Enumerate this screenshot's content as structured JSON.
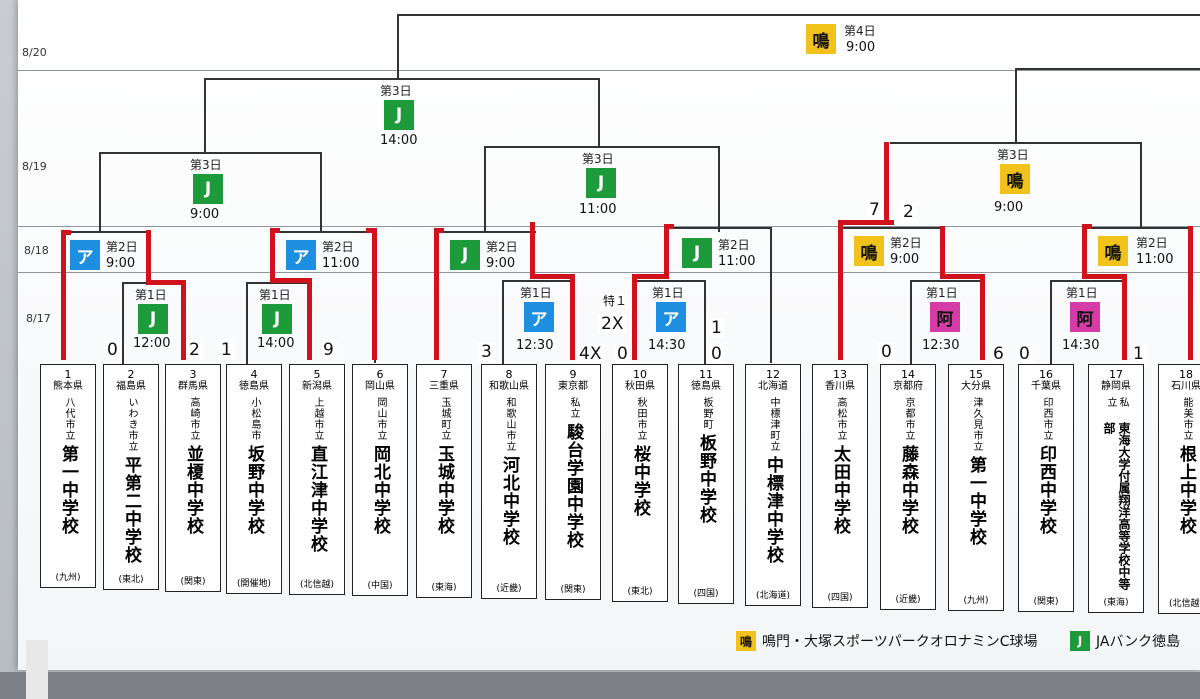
{
  "dates": [
    "8/20",
    "8/19",
    "8/18",
    "8/17"
  ],
  "legend": [
    {
      "badge": "鳴",
      "color": "#f0c21a",
      "text": "鳴門・大塚スポーツパークオロナミンC球場"
    },
    {
      "badge": "J",
      "color": "#1d9a3a",
      "text": "JAバンク徳島"
    }
  ],
  "matches": [
    {
      "badge": "鳴",
      "color": "#f0c21a",
      "day": "第4日",
      "time": "9:00"
    },
    {
      "badge": "J",
      "color": "#1d9a3a",
      "day": "第3日",
      "time": "14:00"
    },
    {
      "badge": "J",
      "color": "#1d9a3a",
      "day": "第3日",
      "time": "9:00"
    },
    {
      "badge": "J",
      "color": "#1d9a3a",
      "day": "第3日",
      "time": "11:00"
    },
    {
      "badge": "鳴",
      "color": "#f0c21a",
      "day": "第3日",
      "time": "9:00"
    },
    {
      "badge": "ア",
      "color": "#1e8ee0",
      "day": "第2日",
      "time": "9:00"
    },
    {
      "badge": "ア",
      "color": "#1e8ee0",
      "day": "第2日",
      "time": "11:00"
    },
    {
      "badge": "J",
      "color": "#1d9a3a",
      "day": "第2日",
      "time": "9:00"
    },
    {
      "badge": "J",
      "color": "#1d9a3a",
      "day": "第2日",
      "time": "11:00"
    },
    {
      "badge": "鳴",
      "color": "#f0c21a",
      "day": "第2日",
      "time": "9:00"
    },
    {
      "badge": "鳴",
      "color": "#f0c21a",
      "day": "第2日",
      "time": "11:00"
    },
    {
      "badge": "J",
      "color": "#1d9a3a",
      "day": "第1日",
      "time": "12:00"
    },
    {
      "badge": "J",
      "color": "#1d9a3a",
      "day": "第1日",
      "time": "14:00"
    },
    {
      "badge": "ア",
      "color": "#1e8ee0",
      "day": "第1日",
      "time": "12:30"
    },
    {
      "badge": "ア",
      "color": "#1e8ee0",
      "day": "第1日",
      "time": "14:30"
    },
    {
      "badge": "阿",
      "color": "#d63ca8",
      "day": "第1日",
      "time": "12:30"
    },
    {
      "badge": "阿",
      "color": "#d63ca8",
      "day": "第1日",
      "time": "14:30"
    }
  ],
  "scores": [
    "0",
    "2",
    "1",
    "9",
    "3",
    "4X",
    "0",
    "特１",
    "2X",
    "1",
    "0",
    "7",
    "2",
    "0",
    "6",
    "0",
    "1"
  ],
  "teams": [
    {
      "num": "1",
      "pref": "熊本県",
      "city": "八代市立",
      "name": "第一中学校",
      "region": "(九州)"
    },
    {
      "num": "2",
      "pref": "福島県",
      "city": "いわき市立",
      "name": "平第二中学校",
      "region": "(東北)"
    },
    {
      "num": "3",
      "pref": "群馬県",
      "city": "高崎市立",
      "name": "並榎中学校",
      "region": "(関東)"
    },
    {
      "num": "4",
      "pref": "徳島県",
      "city": "小松島市",
      "name": "坂野中学校",
      "region": "(開催地)"
    },
    {
      "num": "5",
      "pref": "新潟県",
      "city": "上越市立",
      "name": "直江津中学校",
      "region": "(北信越)"
    },
    {
      "num": "6",
      "pref": "岡山県",
      "city": "岡山市立",
      "name": "岡北中学校",
      "region": "(中国)"
    },
    {
      "num": "7",
      "pref": "三重県",
      "city": "玉城町立",
      "name": "玉城中学校",
      "region": "(東海)"
    },
    {
      "num": "8",
      "pref": "和歌山県",
      "city": "和歌山市立",
      "name": "河北中学校",
      "region": "(近畿)"
    },
    {
      "num": "9",
      "pref": "東京都",
      "city": "私立",
      "name": "駿台学園中学校",
      "region": "(関東)"
    },
    {
      "num": "10",
      "pref": "秋田県",
      "city": "秋田市立",
      "name": "桜中学校",
      "region": "(東北)"
    },
    {
      "num": "11",
      "pref": "徳島県",
      "city": "板野町",
      "name": "板野中学校",
      "region": "(四国)"
    },
    {
      "num": "12",
      "pref": "北海道",
      "city": "中標津町立",
      "name": "中標津中学校",
      "region": "(北海道)"
    },
    {
      "num": "13",
      "pref": "香川県",
      "city": "高松市立",
      "name": "太田中学校",
      "region": "(四国)"
    },
    {
      "num": "14",
      "pref": "京都府",
      "city": "京都市立",
      "name": "藤森中学校",
      "region": "(近畿)"
    },
    {
      "num": "15",
      "pref": "大分県",
      "city": "津久見市立",
      "name": "第一中学校",
      "region": "(九州)"
    },
    {
      "num": "16",
      "pref": "千葉県",
      "city": "印西市立",
      "name": "印西中学校",
      "region": "(関東)"
    },
    {
      "num": "17",
      "pref": "静岡県",
      "city": "私立",
      "name": "東海大学付属翔洋高等学校中等部",
      "region": "(東海)"
    },
    {
      "num": "18",
      "pref": "石川県",
      "city": "能美市立",
      "name": "根上中学校",
      "region": "(北信越)"
    }
  ]
}
